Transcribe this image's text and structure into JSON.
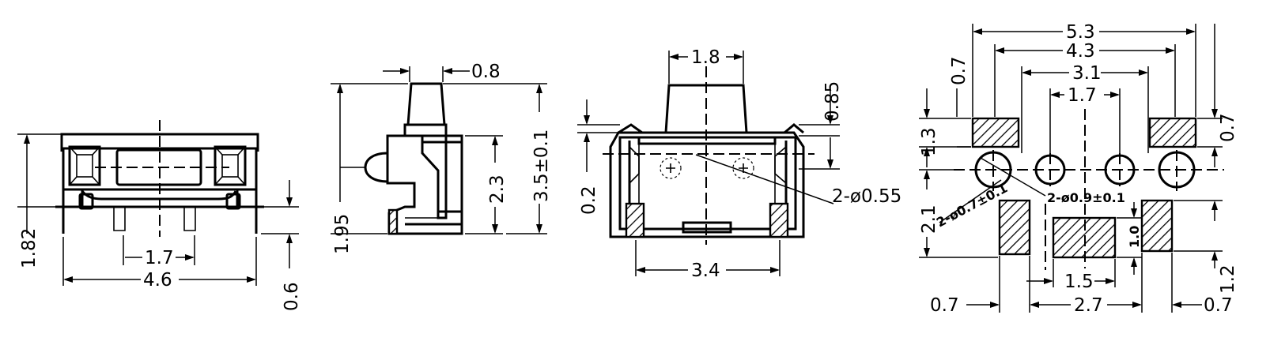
{
  "views": {
    "front": {
      "dim_height": "1.82",
      "dim_pitch": "1.7",
      "dim_width": "4.6",
      "dim_pin_height": "0.6"
    },
    "side": {
      "dim_actuator_width": "0.8",
      "dim_body_height": "2.3",
      "dim_total_height": "3.5±0.1",
      "dim_lower_height": "1.95"
    },
    "back": {
      "dim_actuator_width": "1.8",
      "dim_top_offset": "0.85",
      "dim_hole_offset": "0.2",
      "dim_foot_span": "3.4",
      "hole_callout": "2-ø0.55"
    },
    "footprint": {
      "dim_overall": "5.3",
      "dim_pad_outer": "4.3",
      "dim_hole_outer": "3.1",
      "dim_hole_inner": "1.7",
      "dim_top_pad_width_left": "0.7",
      "dim_top_pad_width_right": "0.7",
      "dim_top_pad_height": "1.3",
      "dim_row_spacing": "2.1",
      "dim_center_pad_height": "1.0",
      "dim_bottom_pad_height": "1.2",
      "dim_center_pad_width": "1.5",
      "dim_bottom_left_width": "0.7",
      "dim_bottom_span": "2.7",
      "dim_bottom_right_width": "0.7",
      "hole_callout_small": "2-ø0.7±0.1",
      "hole_callout_large": "2-ø0.9±0.1"
    }
  }
}
